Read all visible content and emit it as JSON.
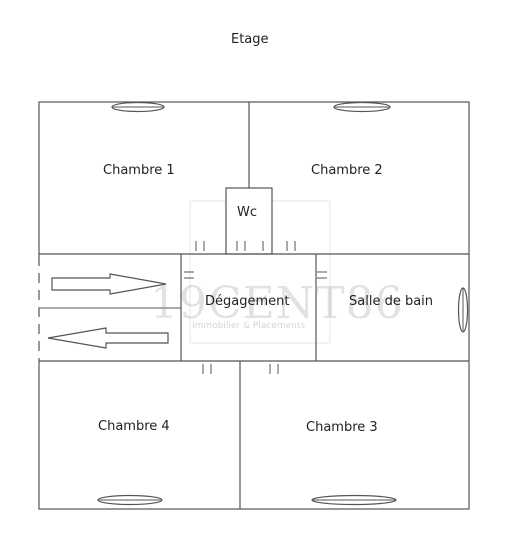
{
  "title": "Etage",
  "rooms": {
    "chambre1": "Chambre 1",
    "chambre2": "Chambre 2",
    "wc": "Wc",
    "degagement": "Dégagement",
    "salle_de_bain": "Salle de bain",
    "chambre4": "Chambre 4",
    "chambre3": "Chambre 3"
  },
  "watermark": {
    "brand": "19CENT86",
    "tagline": "Immobilier & Placements"
  }
}
